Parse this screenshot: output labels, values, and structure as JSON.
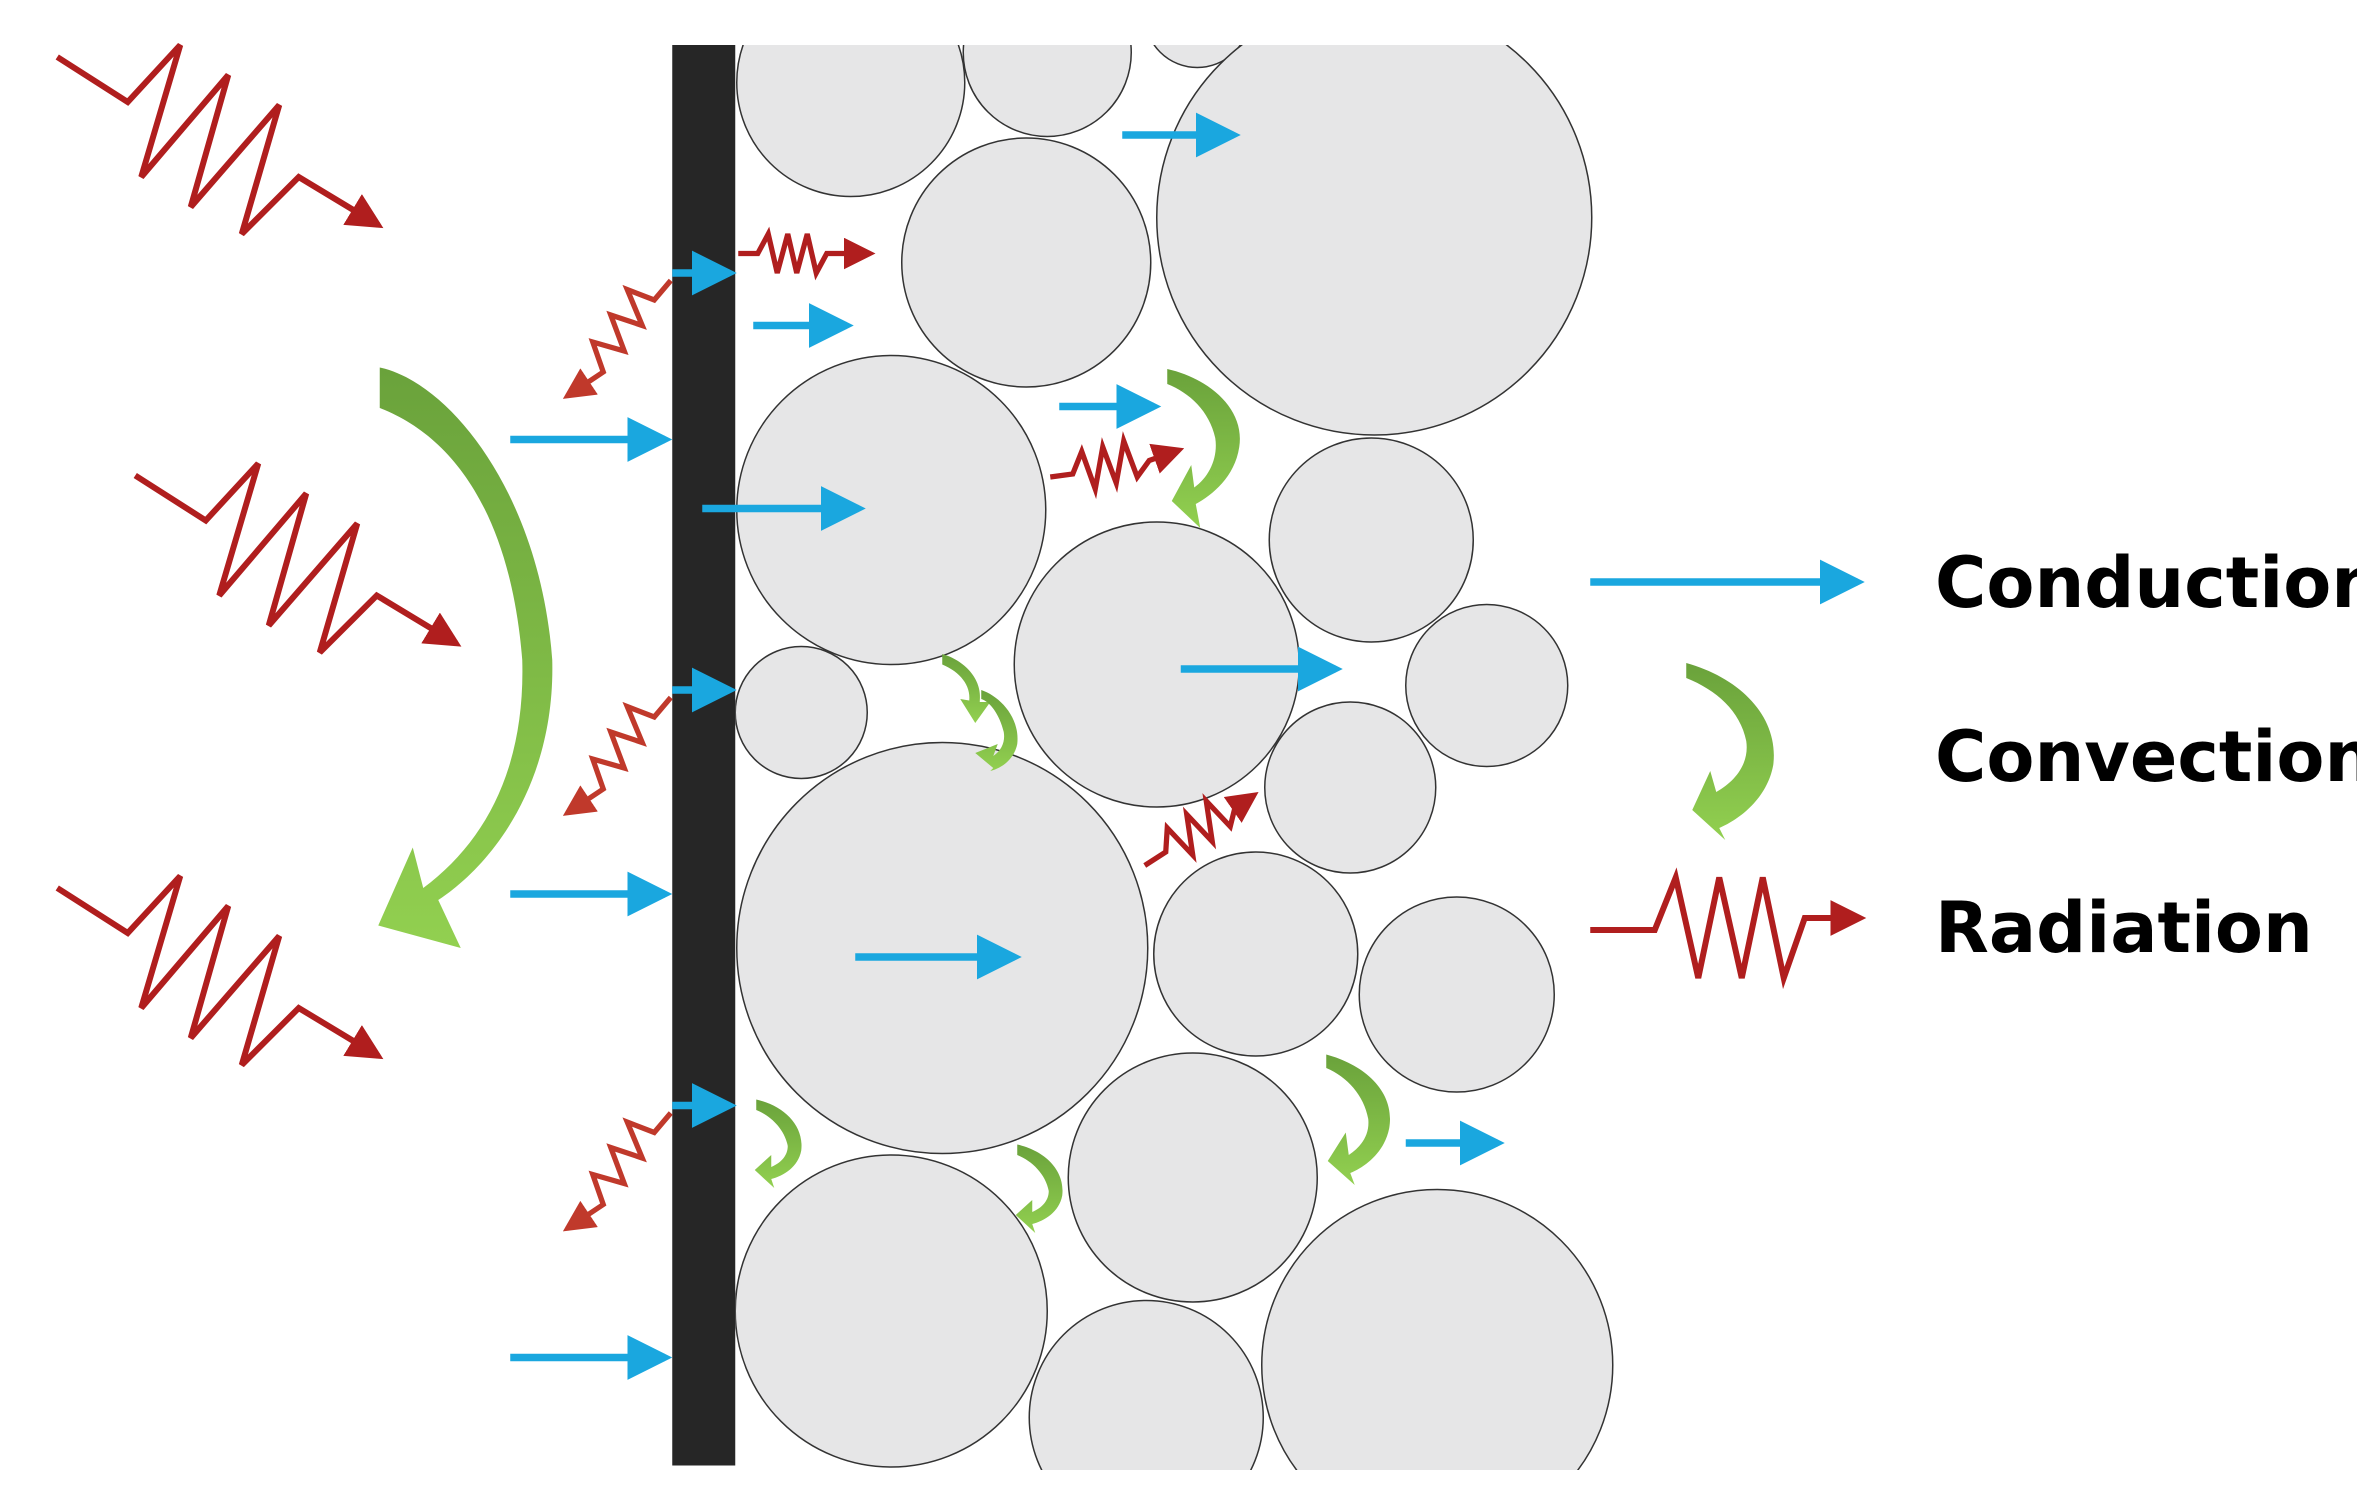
{
  "legend": {
    "conduction": "Conduction",
    "convection": "Convection",
    "radiation": "Radiation"
  },
  "colors": {
    "conduction": "#1aa7df",
    "convection_light": "#92d050",
    "convection_dark": "#6aa23b",
    "radiation": "#b01e1e",
    "radiation_reflected": "#c0392b",
    "wall": "#262626",
    "particle_fill": "#e6e6e7",
    "particle_stroke": "#333333"
  },
  "icons": {
    "conduction": "straight-arrow-icon",
    "convection": "curved-arrow-icon",
    "radiation": "zigzag-arrow-icon"
  }
}
